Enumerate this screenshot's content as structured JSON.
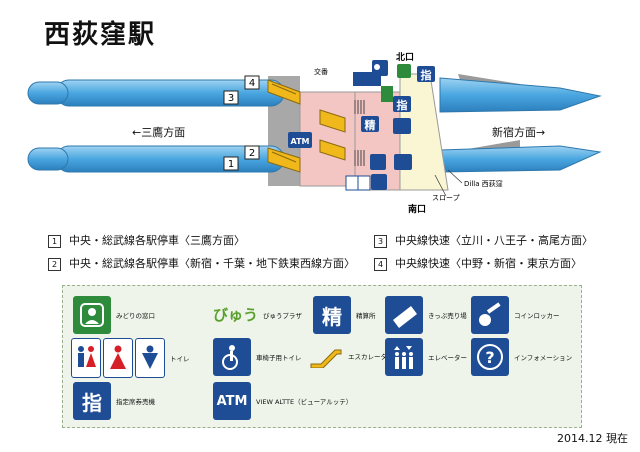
{
  "title": "西荻窪駅",
  "directions": {
    "left": "←三鷹方面",
    "right": "新宿方面→"
  },
  "map_labels": {
    "north_exit": "北口",
    "south_exit": "南口",
    "koban": "交番",
    "slope": "スロープ",
    "shop": "Dilla 西荻窪",
    "atm": "ATM",
    "seisan": "精",
    "shitei": "指"
  },
  "platform_numbers": [
    "4",
    "3",
    "2",
    "1"
  ],
  "lines": [
    {
      "num": "1",
      "text": "中央・総武線各駅停車〈三鷹方面〉"
    },
    {
      "num": "2",
      "text": "中央・総武線各駅停車〈新宿・千葉・地下鉄東西線方面〉"
    },
    {
      "num": "3",
      "text": "中央線快速〈立川・八王子・高尾方面〉"
    },
    {
      "num": "4",
      "text": "中央線快速〈中野・新宿・東京方面〉"
    }
  ],
  "legend": {
    "midori": "みどりの窓口",
    "view_plaza_logo": "びゅう",
    "view_plaza": "びゅうプラザ",
    "seisan_glyph": "精",
    "seisan": "精算所",
    "kippu": "きっぷ売り場",
    "locker": "コインロッカー",
    "toilet": "トイレ",
    "wheelchair_toilet": "車椅子用トイレ",
    "escalator": "エスカレーター",
    "elevator": "エレベーター",
    "info": "インフォメーション",
    "shitei_glyph": "指",
    "shitei": "指定席券売機",
    "atm_glyph": "ATM",
    "atm": "VIEW ALTTE（ビューアルッテ）"
  },
  "date": "2014.12 現在",
  "colors": {
    "platform": "#4aa6e0",
    "concourse_pink": "#f3c6c3",
    "concourse_yellow": "#faf6d3",
    "building_gray": "#9a9a9a",
    "icon_blue": "#1e4d96",
    "icon_green": "#2e8b3c",
    "escalator_yellow": "#f0b81a",
    "legend_bg": "#eef4ea"
  }
}
